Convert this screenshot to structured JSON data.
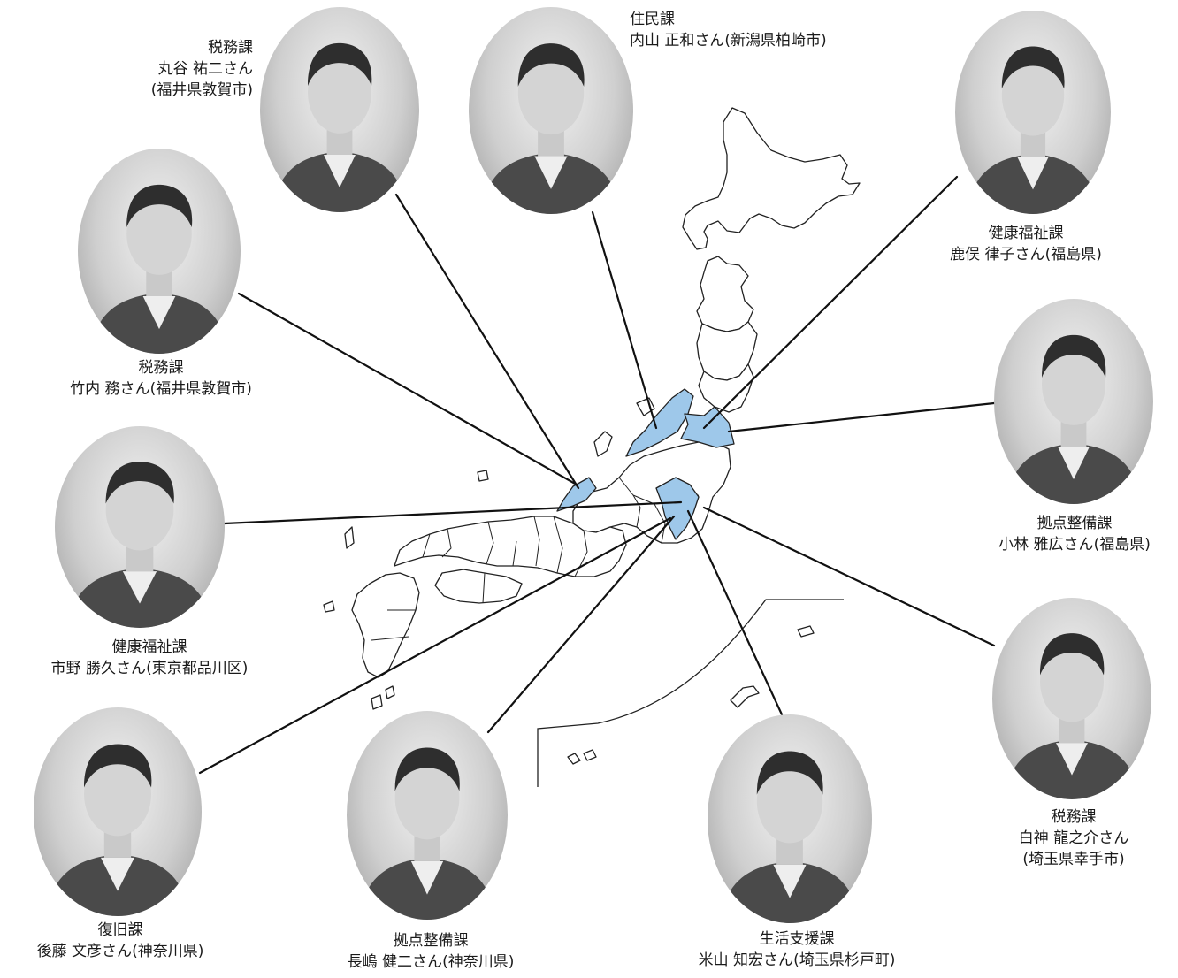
{
  "colors": {
    "highlight": "#9ec8ea",
    "line": "#111111",
    "map_stroke": "#222222"
  },
  "staff": [
    {
      "id": "takeuchi",
      "dept": "税務課",
      "name": "竹内 務さん",
      "origin": "(福井県敦賀市)",
      "inline": true
    },
    {
      "id": "marutani",
      "dept": "税務課",
      "name": "丸谷 祐二さん",
      "origin": "(福井県敦賀市)",
      "inline": false
    },
    {
      "id": "uchiyama",
      "dept": "住民課",
      "name": "内山 正和さん",
      "origin": "(新潟県柏崎市)",
      "inline": true
    },
    {
      "id": "kanomata",
      "dept": "健康福祉課",
      "name": "鹿俣 律子さん",
      "origin": "(福島県)",
      "inline": true
    },
    {
      "id": "kobayashi",
      "dept": "拠点整備課",
      "name": "小林 雅広さん",
      "origin": "(福島県)",
      "inline": true
    },
    {
      "id": "shiragami",
      "dept": "税務課",
      "name": "白神 龍之介さん",
      "origin": "(埼玉県幸手市)",
      "inline": false
    },
    {
      "id": "yoneyama",
      "dept": "生活支援課",
      "name": "米山 知宏さん",
      "origin": "(埼玉県杉戸町)",
      "inline": true
    },
    {
      "id": "nagashima",
      "dept": "拠点整備課",
      "name": "長嶋 健二さん",
      "origin": "(神奈川県)",
      "inline": true
    },
    {
      "id": "goto",
      "dept": "復旧課",
      "name": "後藤 文彦さん",
      "origin": "(神奈川県)",
      "inline": true
    },
    {
      "id": "ichino",
      "dept": "健康福祉課",
      "name": "市野 勝久さん",
      "origin": "(東京都品川区)",
      "inline": true
    }
  ]
}
